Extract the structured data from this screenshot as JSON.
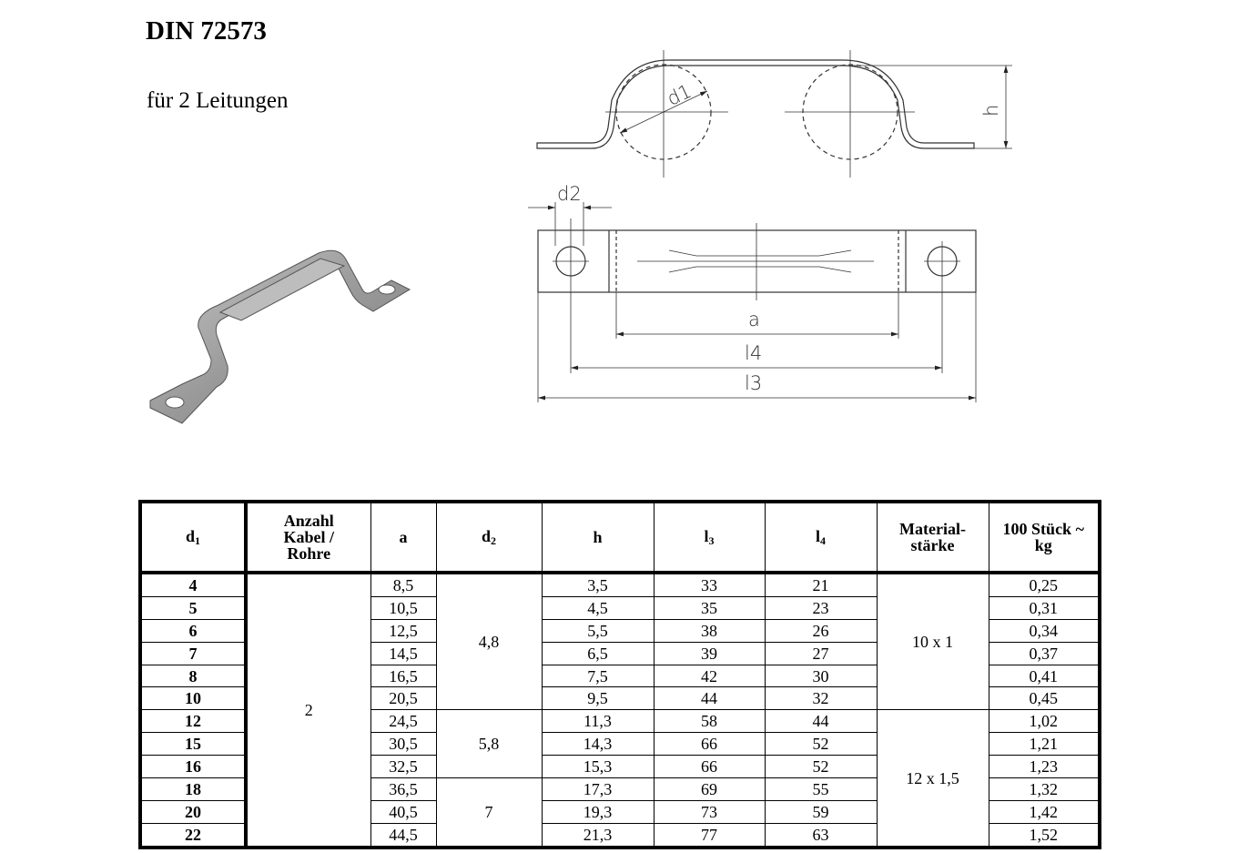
{
  "header": {
    "title": "DIN 72573",
    "subtitle": "für 2 Leitungen"
  },
  "drawing_labels": {
    "d1": "d1",
    "h": "h",
    "d2": "d2",
    "a": "a",
    "l4": "l4",
    "l3": "l3"
  },
  "table": {
    "columns": [
      {
        "label": "d",
        "sub": "1"
      },
      {
        "label": "Anzahl Kabel / Rohre"
      },
      {
        "label": "a"
      },
      {
        "label": "d",
        "sub": "2"
      },
      {
        "label": "h"
      },
      {
        "label": "l",
        "sub": "3"
      },
      {
        "label": "l",
        "sub": "4"
      },
      {
        "label": "Material-stärke"
      },
      {
        "label": "100 Stück ~ kg"
      }
    ],
    "anzahl": "2",
    "d2_groups": [
      {
        "value": "4,8",
        "rows": 6
      },
      {
        "value": "5,8",
        "rows": 3
      },
      {
        "value": "7",
        "rows": 3
      }
    ],
    "material_groups": [
      {
        "value": "10 x 1",
        "rows": 6
      },
      {
        "value": "12 x 1,5",
        "rows": 6
      }
    ],
    "rows": [
      {
        "d1": "4",
        "a": "8,5",
        "h": "3,5",
        "l3": "33",
        "l4": "21",
        "kg": "0,25"
      },
      {
        "d1": "5",
        "a": "10,5",
        "h": "4,5",
        "l3": "35",
        "l4": "23",
        "kg": "0,31"
      },
      {
        "d1": "6",
        "a": "12,5",
        "h": "5,5",
        "l3": "38",
        "l4": "26",
        "kg": "0,34"
      },
      {
        "d1": "7",
        "a": "14,5",
        "h": "6,5",
        "l3": "39",
        "l4": "27",
        "kg": "0,37"
      },
      {
        "d1": "8",
        "a": "16,5",
        "h": "7,5",
        "l3": "42",
        "l4": "30",
        "kg": "0,41"
      },
      {
        "d1": "10",
        "a": "20,5",
        "h": "9,5",
        "l3": "44",
        "l4": "32",
        "kg": "0,45"
      },
      {
        "d1": "12",
        "a": "24,5",
        "h": "11,3",
        "l3": "58",
        "l4": "44",
        "kg": "1,02"
      },
      {
        "d1": "15",
        "a": "30,5",
        "h": "14,3",
        "l3": "66",
        "l4": "52",
        "kg": "1,21"
      },
      {
        "d1": "16",
        "a": "32,5",
        "h": "15,3",
        "l3": "66",
        "l4": "52",
        "kg": "1,23"
      },
      {
        "d1": "18",
        "a": "36,5",
        "h": "17,3",
        "l3": "69",
        "l4": "55",
        "kg": "1,32"
      },
      {
        "d1": "20",
        "a": "40,5",
        "h": "19,3",
        "l3": "73",
        "l4": "59",
        "kg": "1,42"
      },
      {
        "d1": "22",
        "a": "44,5",
        "h": "21,3",
        "l3": "77",
        "l4": "63",
        "kg": "1,52"
      }
    ]
  }
}
